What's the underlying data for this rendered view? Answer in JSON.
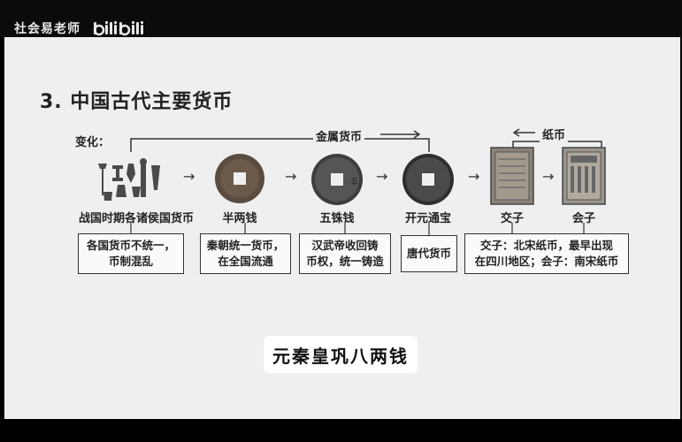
{
  "watermark": {
    "text": "社会易老师",
    "logo_text": "bilibili"
  },
  "slide": {
    "heading": "3. 中国古代主要货币",
    "change_label": "变化：",
    "metal_label": "金属货币",
    "paper_label": "纸币",
    "items": [
      {
        "caption": "战国时期各诸侯国货币",
        "desc_line1": "各国货币不统一，",
        "desc_line2": "币制混乱",
        "image": "warring-states-coins-icon"
      },
      {
        "caption": "半两钱",
        "desc_line1": "秦朝统一货币，",
        "desc_line2": "在全国流通",
        "image": "banliang-coin-icon"
      },
      {
        "caption": "五铢钱",
        "desc_line1": "汉武帝收回铸",
        "desc_line2": "币权，统一铸造",
        "image": "wuzhu-coin-icon"
      },
      {
        "caption": "开元通宝",
        "desc_line1": "唐代货币",
        "desc_line2": "",
        "image": "kaiyuan-coin-icon"
      },
      {
        "caption": "交子",
        "image": "jiaozi-note-icon"
      },
      {
        "caption": "会子",
        "image": "huizi-note-icon"
      }
    ],
    "paper_desc_line1": "交子：北宋纸币，最早出现",
    "paper_desc_line2": "在四川地区；会子：南宋纸币"
  },
  "subtitle": "元秦皇巩八两钱"
}
